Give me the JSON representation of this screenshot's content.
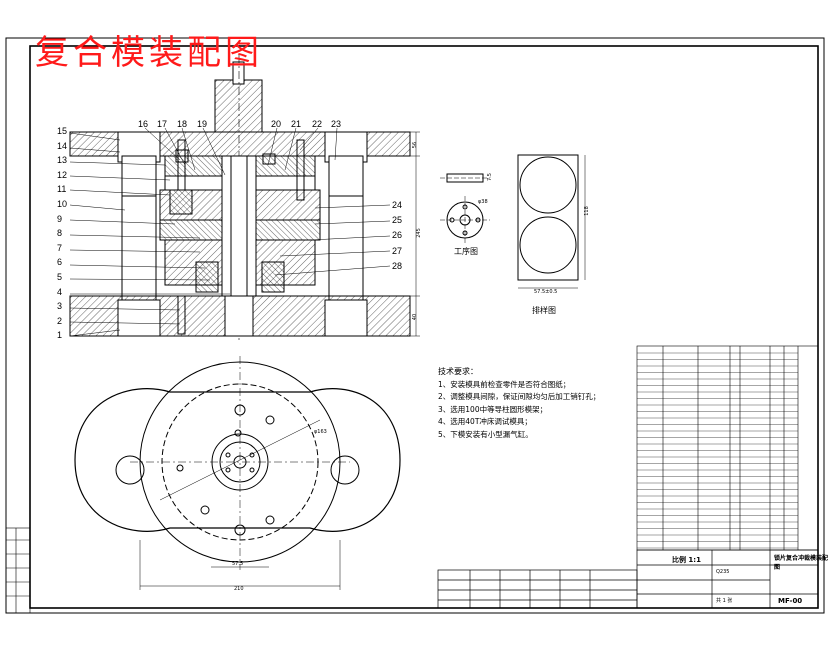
{
  "drawing": {
    "title": "复合模装配图",
    "part_numbers_left": [
      "15",
      "14",
      "13",
      "12",
      "11",
      "10",
      "9",
      "8",
      "7",
      "6",
      "5",
      "4",
      "3",
      "2",
      "1"
    ],
    "part_numbers_top": [
      "16",
      "17",
      "18",
      "19",
      "20",
      "21",
      "22",
      "23"
    ],
    "part_numbers_right": [
      "24",
      "25",
      "26",
      "27",
      "28"
    ],
    "workpiece_caption": "工序图",
    "layout_caption": "排样图",
    "dim_top_right": "56",
    "dim_side": "245",
    "dim_bottom_right": "40",
    "dim_plan_width": "210",
    "dim_plan_inner": "57.5",
    "dim_circle": "φ163",
    "dim_layout_width": "57.5±0.5",
    "dim_layout_height": "118",
    "dim_workpiece_h": "7.5",
    "dim_workpiece_d": "φ38"
  },
  "requirements": {
    "heading": "技术要求：",
    "items": [
      "1、安装模具前检查零件是否符合图纸；",
      "2、调整模具间隙，保证间隙均匀后加工销钉孔；",
      "3、选用100中等导柱圆形模架；",
      "4、选用40T冲床调试模具；",
      "5、下模安装有小型漏气缸。"
    ]
  },
  "title_block": {
    "scale": "比例 1:1",
    "drawing_no": "MF-00",
    "name": "锁片复合冲裁模装配图",
    "material": "Q235",
    "sheet": "共 1 张"
  }
}
